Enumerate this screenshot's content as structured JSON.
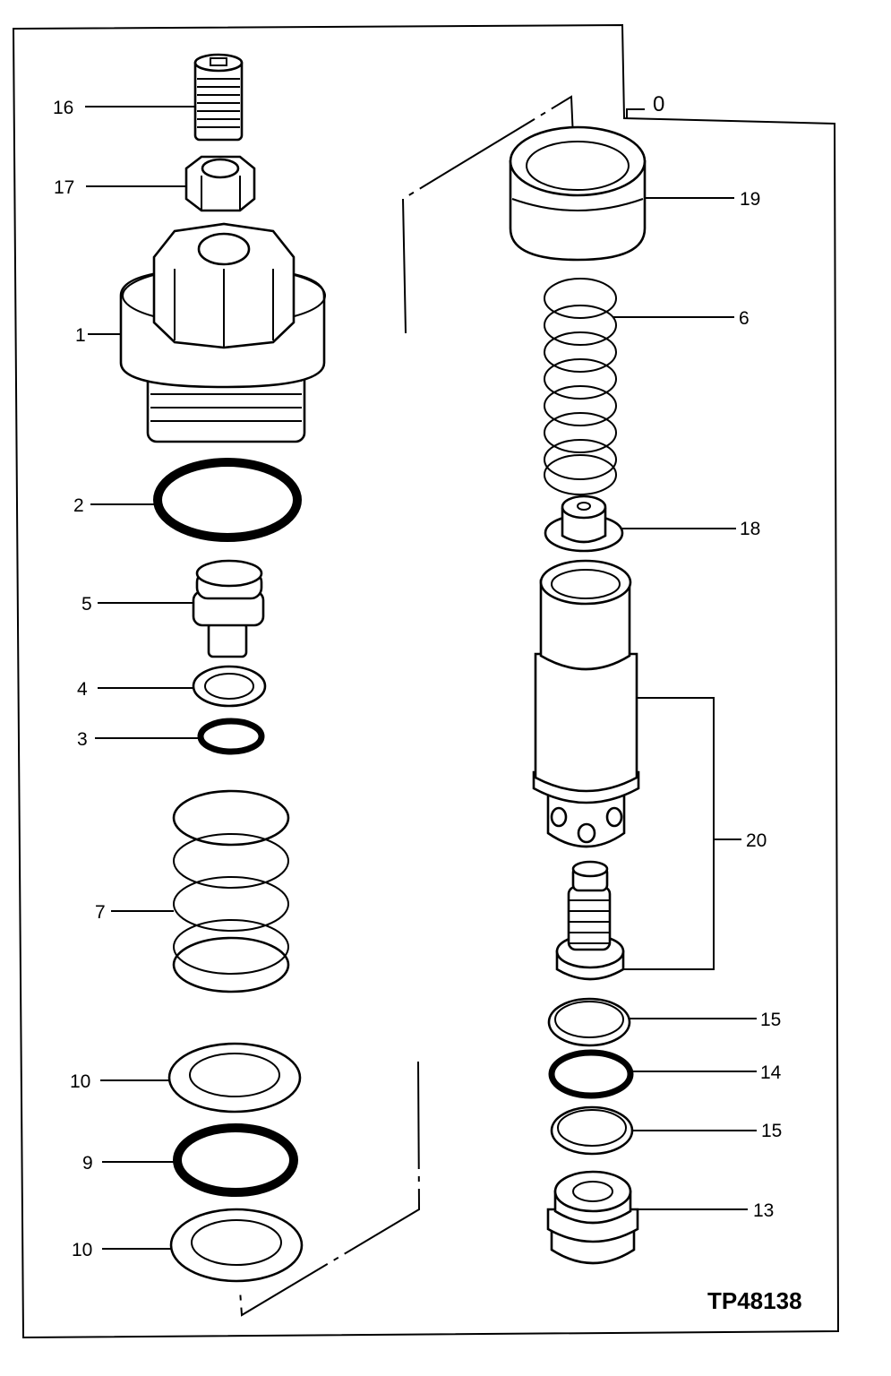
{
  "figure_ref": "TP48138",
  "callouts": {
    "c0": "0",
    "c1": "1",
    "c2": "2",
    "c3": "3",
    "c4": "4",
    "c5": "5",
    "c6": "6",
    "c7": "7",
    "c9": "9",
    "c10a": "10",
    "c10b": "10",
    "c13": "13",
    "c14": "14",
    "c15a": "15",
    "c15b": "15",
    "c16": "16",
    "c17": "17",
    "c18": "18",
    "c19": "19",
    "c20": "20"
  }
}
